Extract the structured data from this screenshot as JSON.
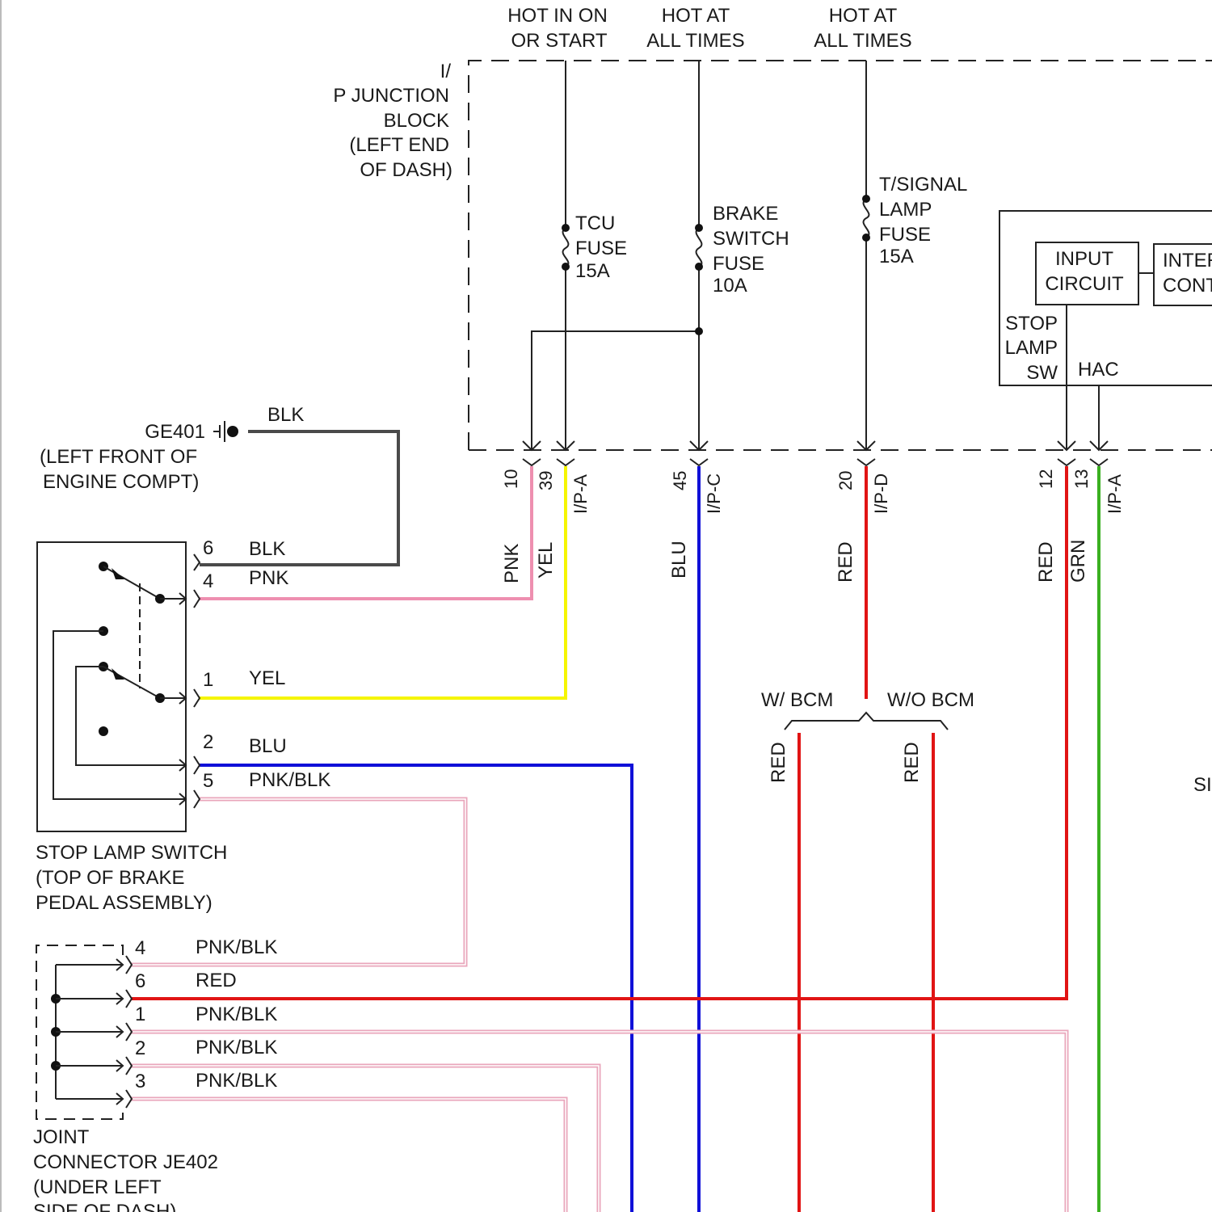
{
  "supply": {
    "hot_in_on_l1": "HOT IN ON",
    "hot_in_on_l2": "OR START",
    "hot_at_1_l1": "HOT AT",
    "hot_at_1_l2": "ALL TIMES",
    "hot_at_2_l1": "HOT AT",
    "hot_at_2_l2": "ALL TIMES"
  },
  "junction_block": {
    "lines": [
      "I/",
      "P JUNCTION",
      "BLOCK",
      "(LEFT END",
      "OF DASH)"
    ]
  },
  "fuses": {
    "tcu": [
      "TCU",
      "FUSE",
      "15A"
    ],
    "brake": [
      "BRAKE",
      "SWITCH",
      "FUSE",
      "10A"
    ],
    "tsignal": [
      "T/SIGNAL",
      "LAMP",
      "FUSE",
      "15A"
    ]
  },
  "module": {
    "input_circuit": [
      "INPUT",
      "CIRCUIT"
    ],
    "inter_con": [
      "INTER",
      "CONT"
    ],
    "stop_lamp_sw": [
      "STOP",
      "LAMP",
      "SW"
    ],
    "hac": "HAC",
    "side_text": "SI"
  },
  "ground": {
    "name": "GE401",
    "location_l1": "(LEFT FRONT OF",
    "location_l2": "ENGINE COMPT)",
    "wire_color": "BLK"
  },
  "ip_pins": {
    "p10": "10",
    "p39": "39",
    "ipa_1": "I/P-A",
    "p45": "45",
    "ipc": "I/P-C",
    "p20": "20",
    "ipd": "I/P-D",
    "p12": "12",
    "p13": "13",
    "ipa_2": "I/P-A"
  },
  "vertical_wire_labels": {
    "pnk": "PNK",
    "yel": "YEL",
    "blu": "BLU",
    "red_ipd": "RED",
    "red_12": "RED",
    "grn_13": "GRN",
    "red_bcm": "RED",
    "red_nobcm": "RED"
  },
  "bcm_split": {
    "with": "W/ BCM",
    "without": "W/O BCM"
  },
  "stop_lamp_switch": {
    "pins": [
      {
        "pin": "6",
        "color": "BLK"
      },
      {
        "pin": "4",
        "color": "PNK"
      },
      {
        "pin": "1",
        "color": "YEL"
      },
      {
        "pin": "2",
        "color": "BLU"
      },
      {
        "pin": "5",
        "color": "PNK/BLK"
      }
    ],
    "name_l1": "STOP LAMP SWITCH",
    "name_l2": "(TOP OF BRAKE",
    "name_l3": "PEDAL ASSEMBLY)"
  },
  "joint_connector": {
    "pins": [
      {
        "pin": "4",
        "color": "PNK/BLK"
      },
      {
        "pin": "6",
        "color": "RED"
      },
      {
        "pin": "1",
        "color": "PNK/BLK"
      },
      {
        "pin": "2",
        "color": "PNK/BLK"
      },
      {
        "pin": "3",
        "color": "PNK/BLK"
      }
    ],
    "name_l1": "JOINT",
    "name_l2": "CONNECTOR JE402",
    "name_l3": "(UNDER LEFT",
    "name_l4": "SIDE OF DASH)"
  },
  "colors": {
    "blk": "#4a4a4a",
    "pnk": "#ee8fb0",
    "yel": "#f5f500",
    "blu": "#1010d8",
    "red": "#e11414",
    "grn": "#3ab020",
    "pnk_blk_outer": "#e9a6bb",
    "pnk_blk_inner": "#ffffff"
  }
}
